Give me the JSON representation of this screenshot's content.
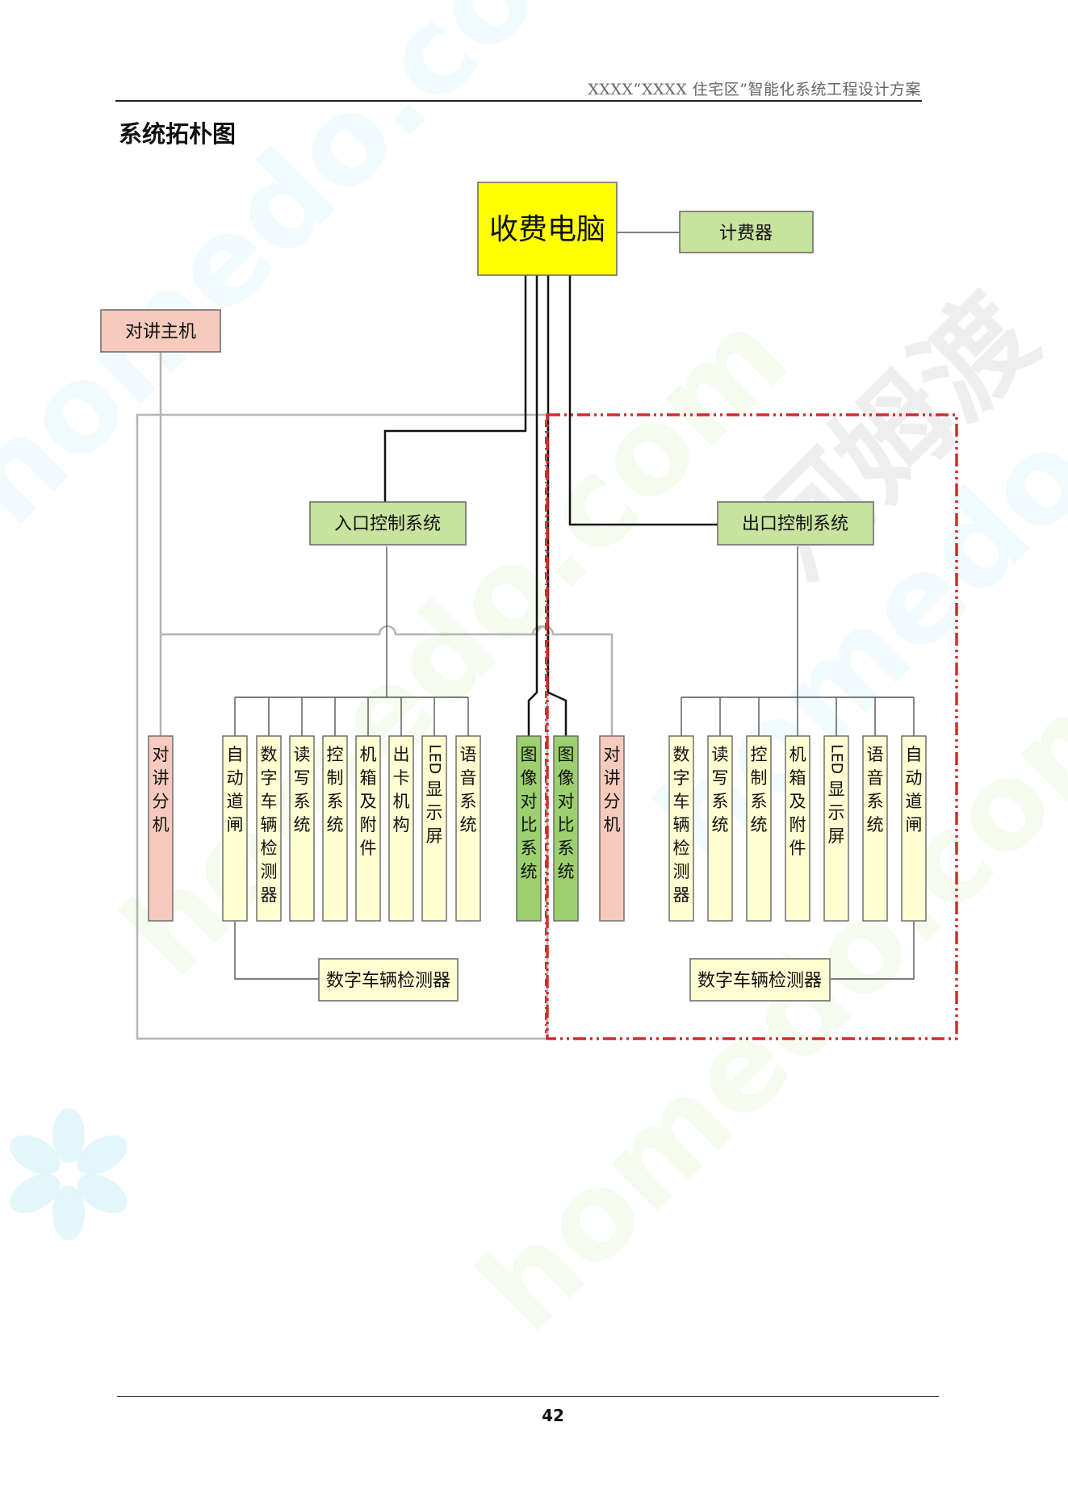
{
  "header": {
    "title": "XXXX“XXXX 住宅区”智能化系统工程设计方案"
  },
  "section_title": "系统拓朴图",
  "page_number": "42",
  "watermark": {
    "site": "homedo.com",
    "brand": "河姆渡"
  },
  "colors": {
    "yellow": "#ffff00",
    "green": "#c8e39e",
    "green_dark": "#9ccf6d",
    "pink": "#f6cbbd",
    "cream": "#fefed2",
    "red_dash": "#d22b2b",
    "gray_line": "#b4b4b4"
  },
  "nodes": {
    "main_pc": "收费电脑",
    "meter": "计费器",
    "intercom_host": "对讲主机",
    "entry_control": "入口控制系统",
    "exit_control": "出口控制系统",
    "entry_detector": "数字车辆检测器",
    "exit_detector": "数字车辆检测器"
  },
  "entry_modules": [
    "对讲分机",
    "自动道闸",
    "数字车辆检测器",
    "读写系统",
    "控制系统",
    "机箱及附件",
    "出卡机构",
    "LED显示屏",
    "语音系统",
    "图像对比系统"
  ],
  "exit_modules": [
    "图像对比系统",
    "对讲分机",
    "数字车辆检测器",
    "读写系统",
    "控制系统",
    "机箱及附件",
    "LED显示屏",
    "语音系统",
    "自动道闸"
  ]
}
